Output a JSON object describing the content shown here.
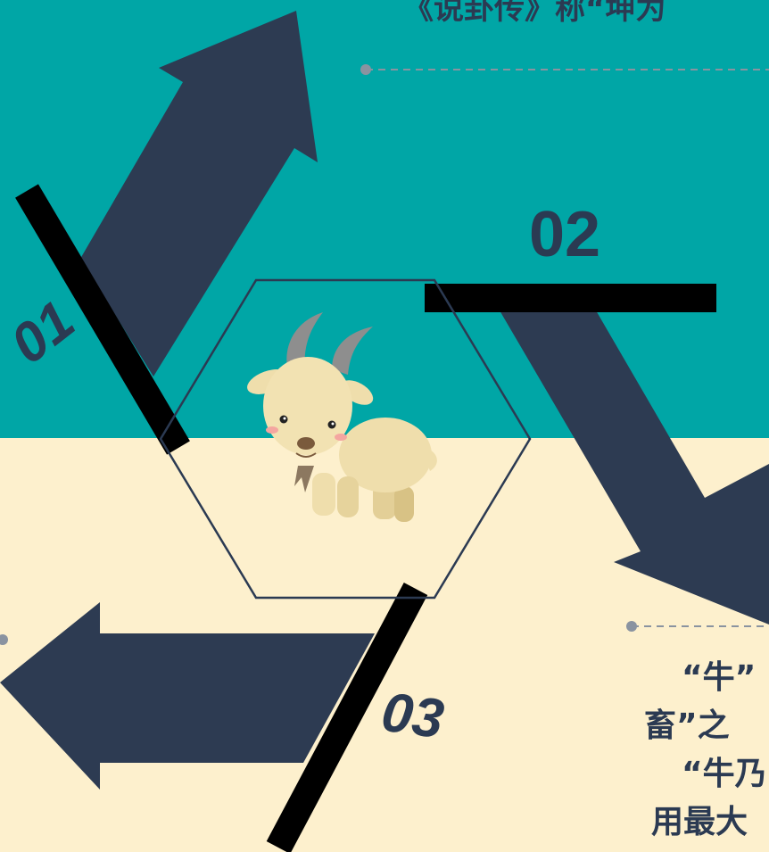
{
  "header": {
    "text": "《说卦传》称“坤为"
  },
  "labels": {
    "step1": "01",
    "step2": "02",
    "step3": "03"
  },
  "body_lines": [
    "“牛”",
    "畜”之",
    "“牛乃",
    "用最大"
  ],
  "colors": {
    "teal": "#00a6a6",
    "cream": "#fdf0cd",
    "navy": "#2b3a52",
    "black": "#000000"
  },
  "icons": [
    "goat-icon",
    "hexagon-frame"
  ]
}
